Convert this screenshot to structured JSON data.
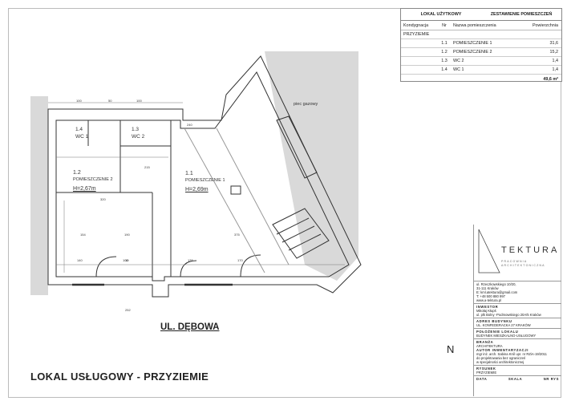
{
  "schedule": {
    "header_left": "LOKAL UŻYTKOWY",
    "header_right": "ZESTAWIENIE POMIESZCZEŃ",
    "col_level": "Kondygnacja",
    "col_nr": "Nr",
    "col_name": "Nazwa pomieszczenia",
    "col_area": "Powierzchnia",
    "level": "PRZYZIEMIE",
    "rows": [
      {
        "nr": "1.1",
        "name": "POMIESZCZENIE 1",
        "area": "31,6"
      },
      {
        "nr": "1.2",
        "name": "POMIESZCZENIE 2",
        "area": "15,2"
      },
      {
        "nr": "1.3",
        "name": "WC 2",
        "area": "1,4"
      },
      {
        "nr": "1.4",
        "name": "WC 1",
        "area": "1,4"
      }
    ],
    "total": "49,6 m²"
  },
  "plan": {
    "label_gas": "piec gazowy",
    "room_1_2_nr": "1.2",
    "room_1_2_name": "POMIESZCZENIE 2",
    "room_1_2_h": "H=2,67m",
    "room_1_1_nr": "1.1",
    "room_1_1_name": "POMIESZCZENIE 1",
    "room_1_1_h": "H=2,69m",
    "wc1_nr": "1.4",
    "wc1_name": "WC 1",
    "wc2_nr": "1.3",
    "wc2_name": "WC 2",
    "dims": [
      "100",
      "50",
      "100",
      "320",
      "375",
      "154",
      "190",
      "140",
      "100",
      "135",
      "170",
      "240",
      "215",
      "10",
      "252"
    ]
  },
  "street": "UL. DĘBOWA",
  "sheet_title": "LOKAL USŁUGOWY - PRZYZIEMIE",
  "north": "N",
  "titleblock": {
    "logo": "TEKTURA",
    "logo_sub": "PRACOWNIA ARCHITEKTONICZNA",
    "address_1": "ul. Rzeczkowskiego 10/20,",
    "address_2": "31-111 Kraków",
    "email": "E: kml.atektura@gmail.com",
    "phone": "T: +48 500 880 997",
    "web": "www.a-tektura.pl",
    "investor_label": "INWESTOR",
    "investor_1": "Mikołaj Kłupś",
    "investor_2": "ul. plk Bolny -Podmowskiego 20A/5 Kraków",
    "building_label": "ADRES BUDYNKU",
    "building": "UL. KONFEDERACKA 27 KRAKÓW",
    "location_label": "POŁOŻENIE LOKALU",
    "location": "BUDYNEK MIESZKALNO-USŁUGOWY",
    "branch_label": "BRANŻA",
    "branch": "ARCHITEKTURA",
    "author_label": "AUTOR INWENTARYZACJI",
    "author": "mgr inż. arch. Sabina Król upr. nr RZiA-19/2011",
    "author_2": "do projektowania bez ograniczeń",
    "author_3": "w specjalności architektonicznej",
    "drawing_label": "RYSUNEK",
    "drawing": "PRZYZIEMIE",
    "date_label": "DATA",
    "scale_label": "SKALA",
    "num_label": "NR RYS"
  }
}
